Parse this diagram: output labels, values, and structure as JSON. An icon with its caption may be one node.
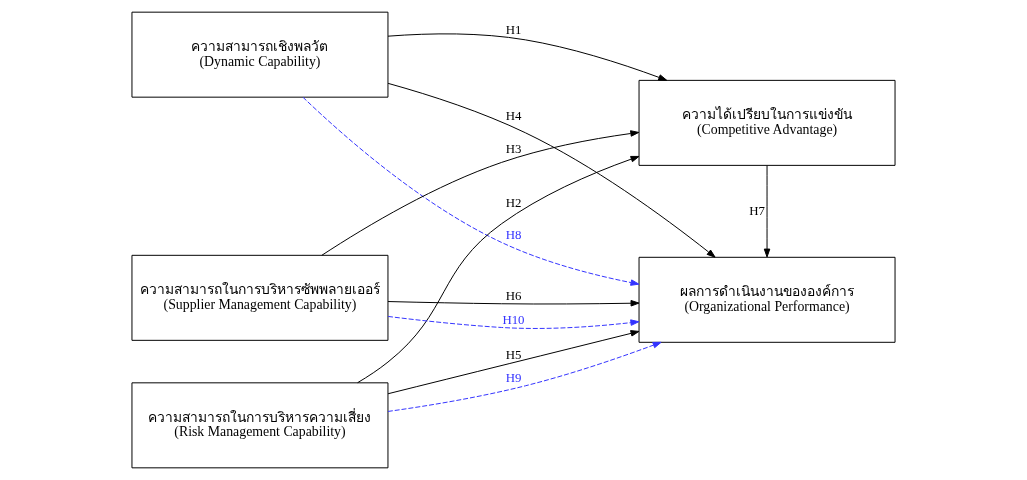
{
  "diagram": {
    "nodes": [
      {
        "text": [
          "ความสามารถเชิงพลวัต",
          "(Dynamic Capability)"
        ]
      },
      {
        "text": [
          "ความสามารถในการบริหารความเสี่ยง",
          "(Risk Management Capability)"
        ]
      },
      {
        "text": [
          "ความสามารถในการบริหารซัพพลายเออร์",
          "(Supplier Management Capability)"
        ]
      },
      {
        "text": [
          "ความได้เปรียบในการแข่งขัน",
          "(Competitive Advantage)"
        ]
      },
      {
        "text": [
          "ผลการดำเนินงานขององค์การ",
          "(Organizational Performance)"
        ]
      }
    ],
    "edges": [
      {
        "from": 0,
        "to": 3,
        "arrow": "to",
        "label": "H1"
      },
      {
        "from": 1,
        "to": 3,
        "arrow": "to",
        "label": "H2"
      },
      {
        "from": 2,
        "to": 3,
        "arrow": "to",
        "label": "H3"
      },
      {
        "from": 0,
        "to": 4,
        "arrow": "to",
        "label": "H4"
      },
      {
        "from": 1,
        "to": 4,
        "arrow": "to",
        "label": "H5"
      },
      {
        "from": 2,
        "to": 4,
        "arrow": "to",
        "label": "H6"
      },
      {
        "from": 3,
        "to": 4,
        "arrow": "to",
        "label": "H7"
      },
      {
        "from": 0,
        "to": 4,
        "arrow": "to",
        "label": "H8",
        "style": "dashed",
        "color": "#3333ff"
      },
      {
        "from": 1,
        "to": 4,
        "arrow": "to",
        "label": "H9",
        "style": "dashed",
        "color": "#3333ff"
      },
      {
        "from": 2,
        "to": 4,
        "arrow": "to",
        "label": "H10",
        "style": "dashed",
        "color": "#3333ff"
      }
    ]
  }
}
